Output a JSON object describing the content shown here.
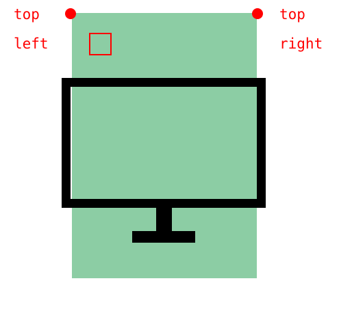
{
  "colors": {
    "panel_fill": "#8ccda4",
    "marker": "#ff0000",
    "label_text": "#ff0000",
    "monitor_stroke": "#000000"
  },
  "labels": {
    "top_left": [
      "top",
      "left"
    ],
    "top_right": [
      "top",
      "right"
    ]
  },
  "icons": {
    "main": "monitor-icon",
    "corner_markers": "dot-icon",
    "highlight": "square-outline-icon"
  }
}
